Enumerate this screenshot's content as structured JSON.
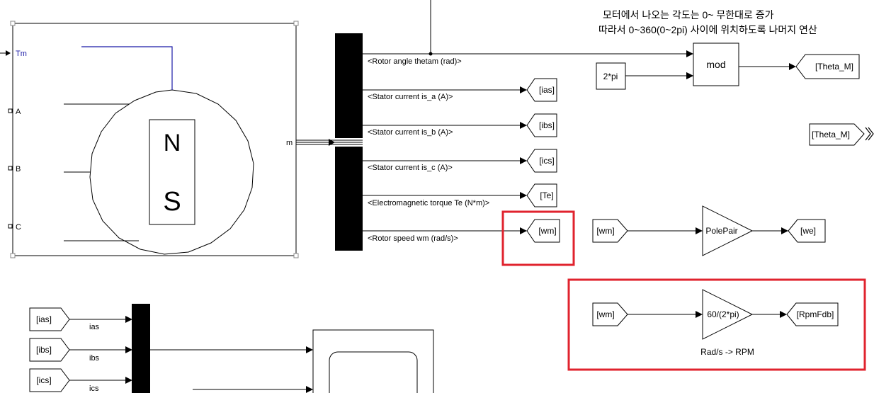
{
  "notes": {
    "line1": "모터에서 나오는 각도는 0~ 무한대로 증가",
    "line2": "따라서 0~360(0~2pi) 사이에 위치하도록 나머지 연산"
  },
  "motor": {
    "port_tm": "Tm",
    "port_a": "A",
    "port_b": "B",
    "port_c": "C",
    "port_m": "m",
    "pole_n": "N",
    "pole_s": "S"
  },
  "bus_signals": [
    "<Rotor angle thetam (rad)>",
    "<Stator current is_a (A)>",
    "<Stator current is_b (A)>",
    "<Stator current is_c (A)>",
    "<Electromagnetic torque Te (N*m)>",
    "<Rotor speed wm (rad/s)>"
  ],
  "goto_tags": [
    "[ias]",
    "[ibs]",
    "[ics]",
    "[Te]",
    "[wm]"
  ],
  "mod_block": {
    "constant": "2*pi",
    "label": "mod",
    "goto": "[Theta_M]",
    "from": "[Theta_M]"
  },
  "pole_pair_path": {
    "from": "[wm]",
    "gain": "PolePair",
    "goto": "[we]"
  },
  "rpm_path": {
    "from": "[wm]",
    "gain": "60/(2*pi)",
    "goto": "[RpmFdb]",
    "caption": "Rad/s -> RPM"
  },
  "lower_mux": {
    "from_tags": [
      "[ias]",
      "[ibs]",
      "[ics]"
    ],
    "signal_labels": [
      "ias",
      "ibs",
      "ics"
    ]
  },
  "colors": {
    "highlight": "#e0232e",
    "wire": "#000000",
    "motor_lead": "#1a1aa6"
  }
}
